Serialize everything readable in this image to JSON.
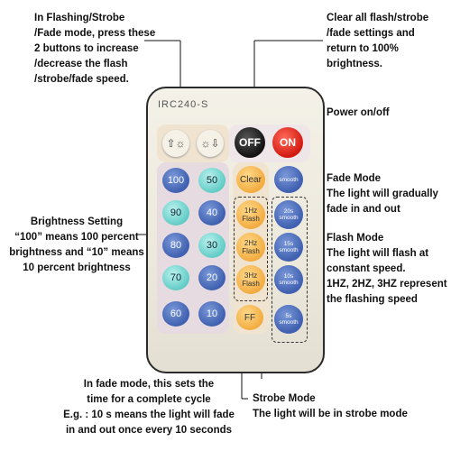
{
  "annotations": {
    "flash_speed": [
      "In Flashing/Strobe",
      "/Fade mode, press these",
      "2 buttons to increase",
      "/decrease the flash",
      "/strobe/fade speed."
    ],
    "clear": [
      "Clear all flash/strobe",
      "/fade settings and",
      "return to 100%",
      "brightness."
    ],
    "power": "Power on/off",
    "fade_title": "Fade Mode",
    "fade_desc": [
      "The light will gradually",
      "fade in and out"
    ],
    "brightness_title": "Brightness Setting",
    "brightness_desc": [
      "“100” means 100 percent",
      "brightness and “10” means",
      "10 percent brightness"
    ],
    "flash_title": "Flash Mode",
    "flash_desc": [
      "The light will flash at",
      "constant speed.",
      "1HZ, 2HZ, 3HZ represent",
      "the flashing speed"
    ],
    "fade_time": [
      "In fade mode, this sets the",
      "time for a complete cycle",
      "E.g. : 10 s means the light will fade",
      "in and out once every 10 seconds"
    ],
    "strobe_title": "Strobe Mode",
    "strobe_desc": "The light will be in strobe mode"
  },
  "remote": {
    "model": "IRC240-S",
    "off": "OFF",
    "on": "ON",
    "up_icon": "brightness-up-icon",
    "down_icon": "brightness-down-icon",
    "brightness_buttons": [
      "100",
      "50",
      "90",
      "40",
      "80",
      "30",
      "70",
      "20",
      "60",
      "10"
    ],
    "clear": "Clear",
    "flash_buttons": [
      [
        "1Hz",
        "Flash"
      ],
      [
        "2Hz",
        "Flash"
      ],
      [
        "3Hz",
        "Flash"
      ]
    ],
    "ff": "FF",
    "smooth": "smooth",
    "timed_smooth": [
      [
        "20s",
        "smooth"
      ],
      [
        "15s",
        "smooth"
      ],
      [
        "10s",
        "smooth"
      ],
      [
        "5s",
        "smooth"
      ]
    ]
  }
}
